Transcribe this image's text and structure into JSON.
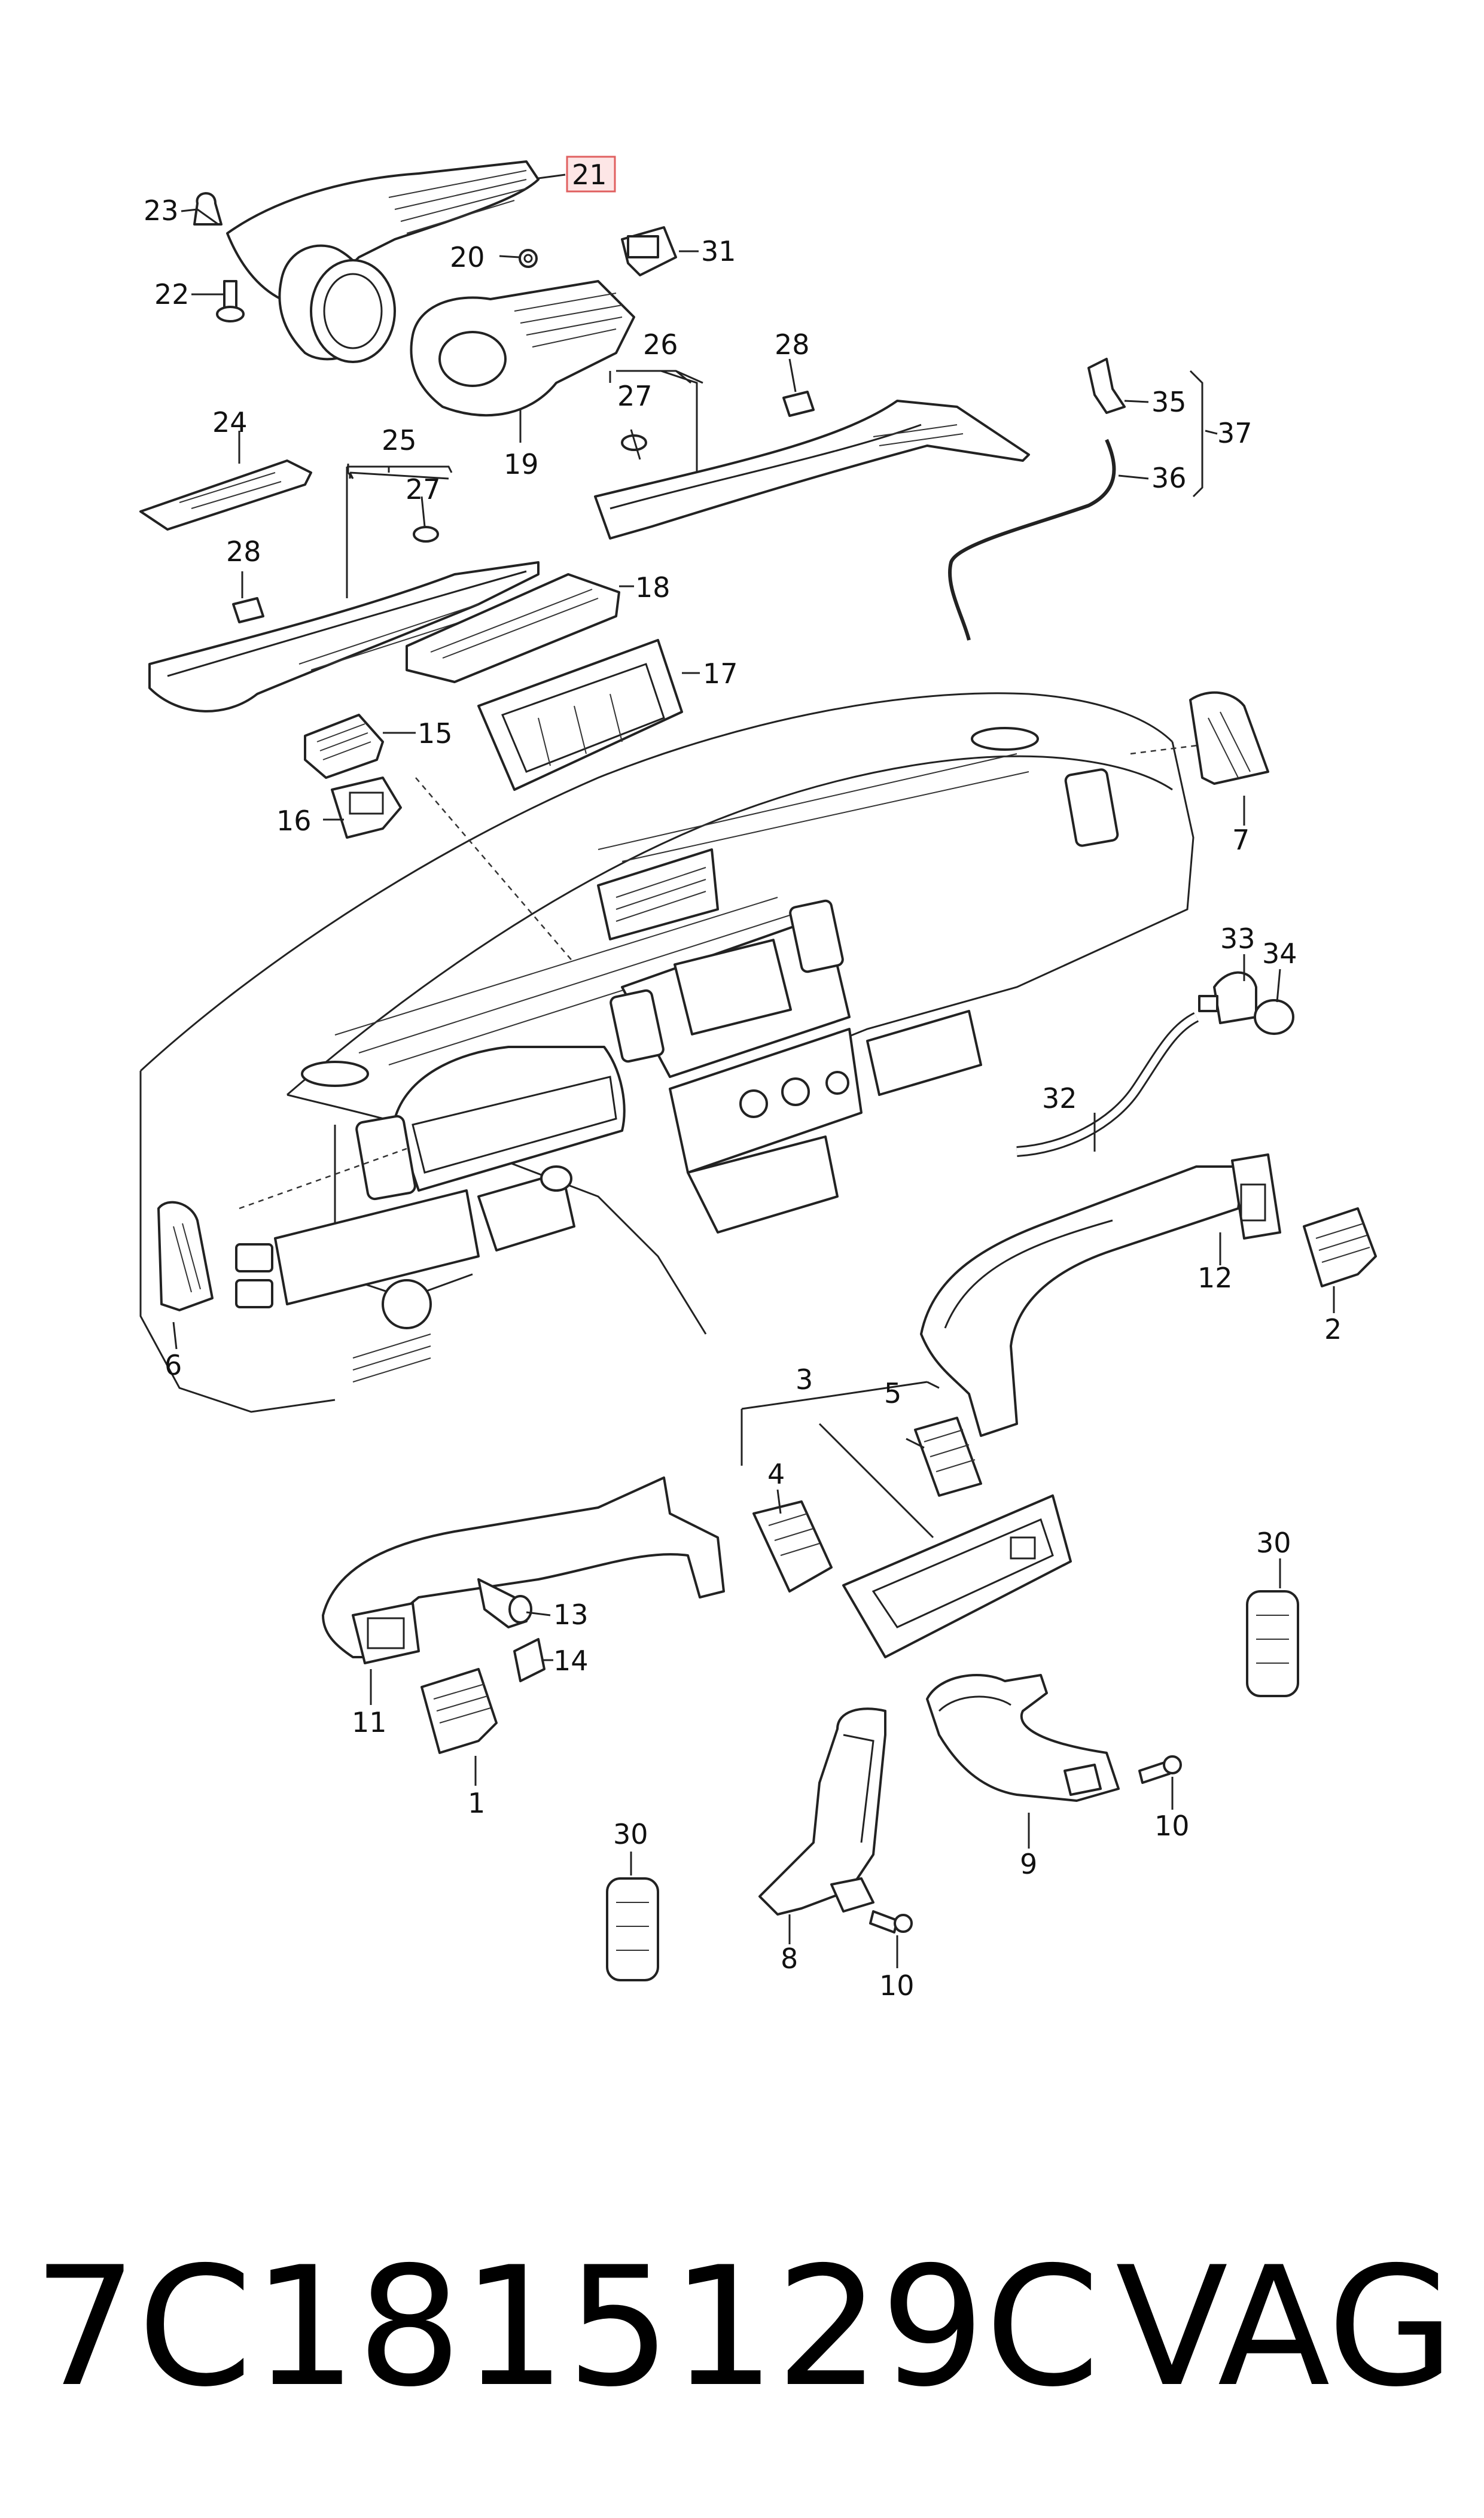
{
  "diagram": {
    "callouts": {
      "c1": "1",
      "c2": "2",
      "c3": "3",
      "c4": "4",
      "c5": "5",
      "c6": "6",
      "c7": "7",
      "c8": "8",
      "c9": "9",
      "c10a": "10",
      "c10b": "10",
      "c11": "11",
      "c12": "12",
      "c13": "13",
      "c14": "14",
      "c15": "15",
      "c16": "16",
      "c17": "17",
      "c18": "18",
      "c19": "19",
      "c20": "20",
      "c21": "21",
      "c22": "22",
      "c23": "23",
      "c24": "24",
      "c25": "25",
      "c26": "26",
      "c27a": "27",
      "c27b": "27",
      "c28a": "28",
      "c28b": "28",
      "c30a": "30",
      "c30b": "30",
      "c31": "31",
      "c32": "32",
      "c33": "33",
      "c34": "34",
      "c35": "35",
      "c36": "36",
      "c37": "37"
    },
    "highlighted_callout": "21",
    "highlight_color": "#e06060"
  },
  "footer": {
    "part_number": "7C1815129C",
    "brand": "VAG"
  }
}
